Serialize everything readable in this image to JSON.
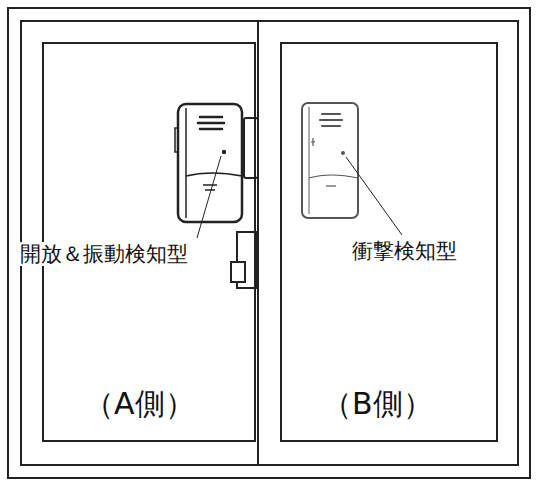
{
  "diagram": {
    "nodes": [
      {
        "text": [
          "（A側）"
        ]
      },
      {
        "text": [
          "（B側）"
        ]
      }
    ],
    "labels": [
      "開放＆振動検知型",
      "衝撃検知型"
    ]
  }
}
